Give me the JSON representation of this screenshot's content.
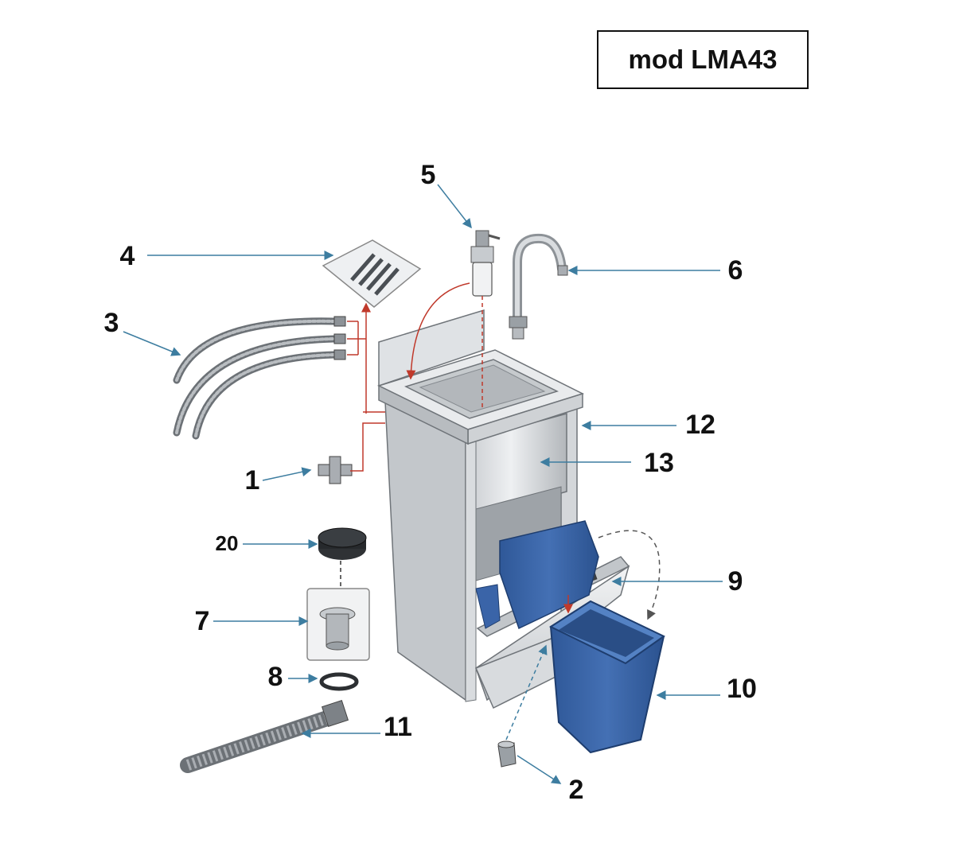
{
  "model_label": "mod LMA43",
  "colors": {
    "steel_light": "#e4e6e8",
    "steel_mid": "#b9bdc1",
    "steel_dark": "#7d8287",
    "bin_blue": "#3a64a8",
    "bin_blue_dark": "#284b84",
    "leader_blue": "#3d7da0",
    "flow_red": "#c0392b"
  },
  "callouts": {
    "c1": "1",
    "c2": "2",
    "c3": "3",
    "c4": "4",
    "c5": "5",
    "c6": "6",
    "c7": "7",
    "c8": "8",
    "c9": "9",
    "c10": "10",
    "c11": "11",
    "c12": "12",
    "c13": "13",
    "c20": "20"
  }
}
